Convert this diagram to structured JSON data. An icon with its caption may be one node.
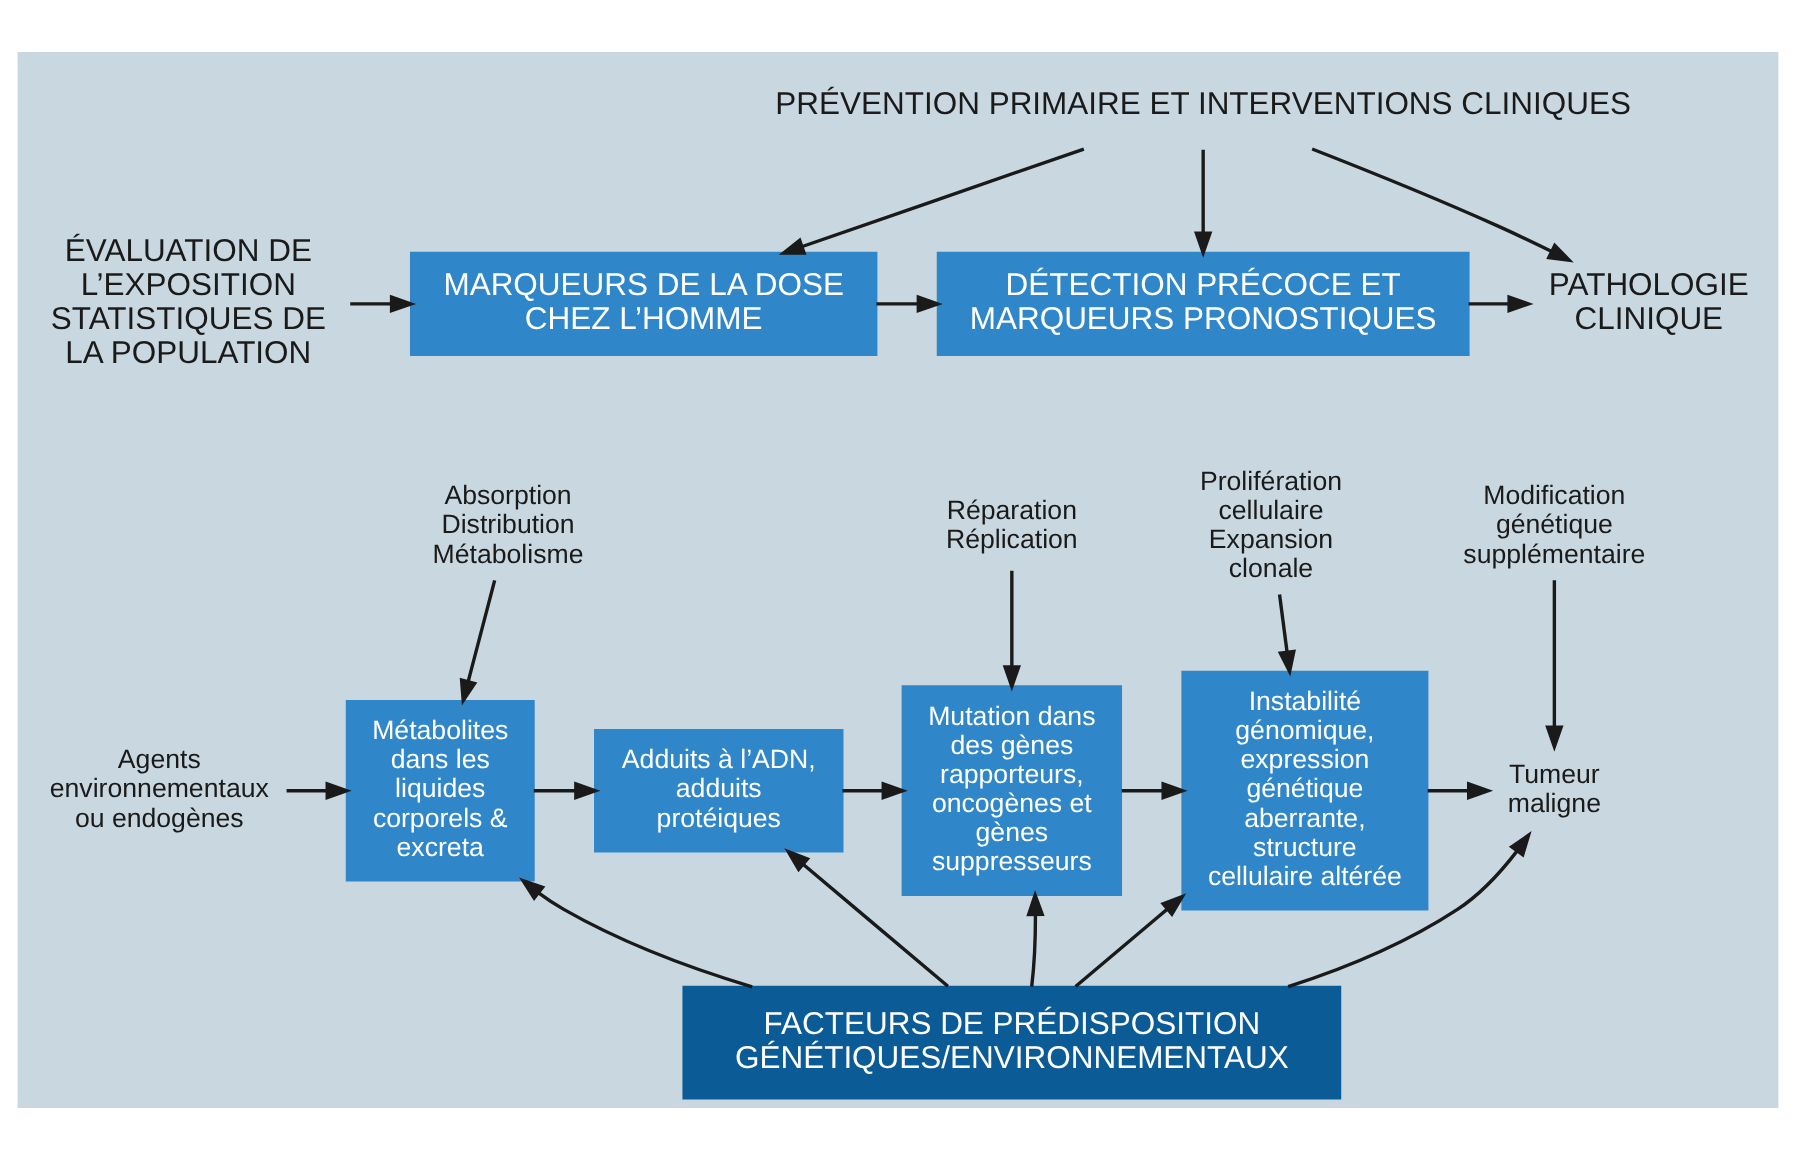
{
  "diagram": {
    "nodes": [
      {
        "text": [
          "PRÉVENTION PRIMAIRE ET INTERVENTIONS CLINIQUES"
        ]
      },
      {
        "text": [
          "ÉVALUATION DE L’EXPOSITION STATISTIQUES DE LA POPULATION"
        ]
      },
      {
        "text": [
          "MARQUEURS DE LA DOSE CHEZ L’HOMME"
        ]
      },
      {
        "text": [
          "DÉTECTION PRÉCOCE ET MARQUEURS PRONOSTIQUES"
        ]
      },
      {
        "text": [
          "PATHOLOGIE CLINIQUE"
        ]
      },
      {
        "text": [
          "Absorption Distribution Métabolisme"
        ]
      },
      {
        "text": [
          "Agents environnementaux ou endogènes"
        ]
      },
      {
        "text": [
          "Métabolites dans les liquides corporels & excreta"
        ]
      },
      {
        "text": [
          "Adduits à l’ADN, adduits protéiques"
        ]
      },
      {
        "text": [
          "Réparation Réplication"
        ]
      },
      {
        "text": [
          "Mutation dans des gènes rapporteurs, oncogènes et gènes suppresseurs"
        ]
      },
      {
        "text": [
          "Prolifération cellulaire Expansion clonale"
        ]
      },
      {
        "text": [
          "Instabilité génomique, expression génétique aberrante, structure cellulaire altérée"
        ]
      },
      {
        "text": [
          "Modification génétique supplémentaire"
        ]
      },
      {
        "text": [
          "Tumeur maligne"
        ]
      },
      {
        "text": [
          "FACTEURS DE PRÉDISPOSITION GÉNÉTIQUES/ENVIRONNEMENTAUX"
        ]
      }
    ],
    "edges": [
      {
        "from": 0,
        "to": 2,
        "arrow": "to"
      },
      {
        "from": 0,
        "to": 3,
        "arrow": "to"
      },
      {
        "from": 0,
        "to": 4,
        "arrow": "to"
      },
      {
        "from": 1,
        "to": 2,
        "arrow": "to"
      },
      {
        "from": 2,
        "to": 3,
        "arrow": "to"
      },
      {
        "from": 3,
        "to": 4,
        "arrow": "to"
      },
      {
        "from": 6,
        "to": 7,
        "arrow": "to"
      },
      {
        "from": 5,
        "to": 7,
        "arrow": "to"
      },
      {
        "from": 7,
        "to": 8,
        "arrow": "to"
      },
      {
        "from": 8,
        "to": 10,
        "arrow": "to"
      },
      {
        "from": 9,
        "to": 10,
        "arrow": "to"
      },
      {
        "from": 10,
        "to": 12,
        "arrow": "to"
      },
      {
        "from": 11,
        "to": 12,
        "arrow": "to"
      },
      {
        "from": 12,
        "to": 14,
        "arrow": "to"
      },
      {
        "from": 13,
        "to": 14,
        "arrow": "to"
      },
      {
        "from": 15,
        "to": 7,
        "arrow": "to"
      },
      {
        "from": 15,
        "to": 8,
        "arrow": "to"
      },
      {
        "from": 15,
        "to": 10,
        "arrow": "to"
      },
      {
        "from": 15,
        "to": 12,
        "arrow": "to"
      },
      {
        "from": 15,
        "to": 14,
        "arrow": "to"
      }
    ]
  }
}
